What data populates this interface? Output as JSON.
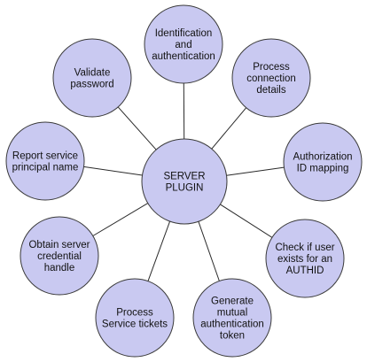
{
  "center": {
    "lines": [
      "SERVER",
      "PLUGIN"
    ]
  },
  "nodes": [
    {
      "id": "identification-and-authentication",
      "lines": [
        "Identification",
        "and",
        "authentication"
      ]
    },
    {
      "id": "process-connection-details",
      "lines": [
        "Process",
        "connection",
        "details"
      ]
    },
    {
      "id": "authorization-id-mapping",
      "lines": [
        "Authorization",
        "ID mapping"
      ]
    },
    {
      "id": "check-if-user-exists",
      "lines": [
        "Check if user",
        "exists for an",
        "AUTHID"
      ]
    },
    {
      "id": "generate-mutual-authentication-token",
      "lines": [
        "Generate",
        "mutual",
        "authentication",
        "token"
      ]
    },
    {
      "id": "process-service-tickets",
      "lines": [
        "Process",
        "Service tickets"
      ]
    },
    {
      "id": "obtain-server-credential-handle",
      "lines": [
        "Obtain server",
        "credential",
        "handle"
      ]
    },
    {
      "id": "report-service-principal-name",
      "lines": [
        "Report service",
        "principal name"
      ]
    },
    {
      "id": "validate-password",
      "lines": [
        "Validate",
        "password"
      ]
    }
  ],
  "colors": {
    "node_fill": "#c9c9f1",
    "node_stroke": "#3b3b3b",
    "line": "#2a2a2a",
    "text": "#111111"
  }
}
